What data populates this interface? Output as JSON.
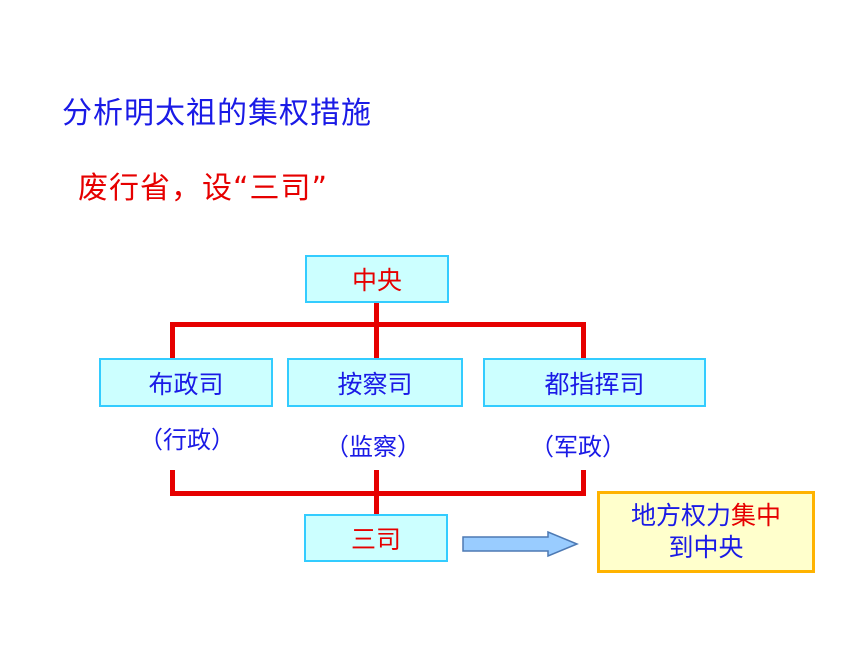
{
  "title": "分析明太祖的集权措施",
  "subtitle": "废行省，设“三司”",
  "diagram": {
    "top": "中央",
    "branches": [
      {
        "name": "布政司",
        "role": "（行政）"
      },
      {
        "name": "按察司",
        "role": "（监察）"
      },
      {
        "name": "都指挥司",
        "role": "（军政）"
      }
    ],
    "bottom": "三司",
    "result": {
      "line1_blue": "地方权力",
      "line1_red": "集中",
      "line2": "到中央"
    }
  },
  "colors": {
    "blue_text": "#1a1ae6",
    "red_text": "#e60000",
    "box_fill": "#ccffff",
    "box_border": "#33ccff",
    "result_fill": "#ffffcc",
    "result_border": "#ffb300",
    "connector": "#e60000",
    "arrow": "#99ccff"
  }
}
